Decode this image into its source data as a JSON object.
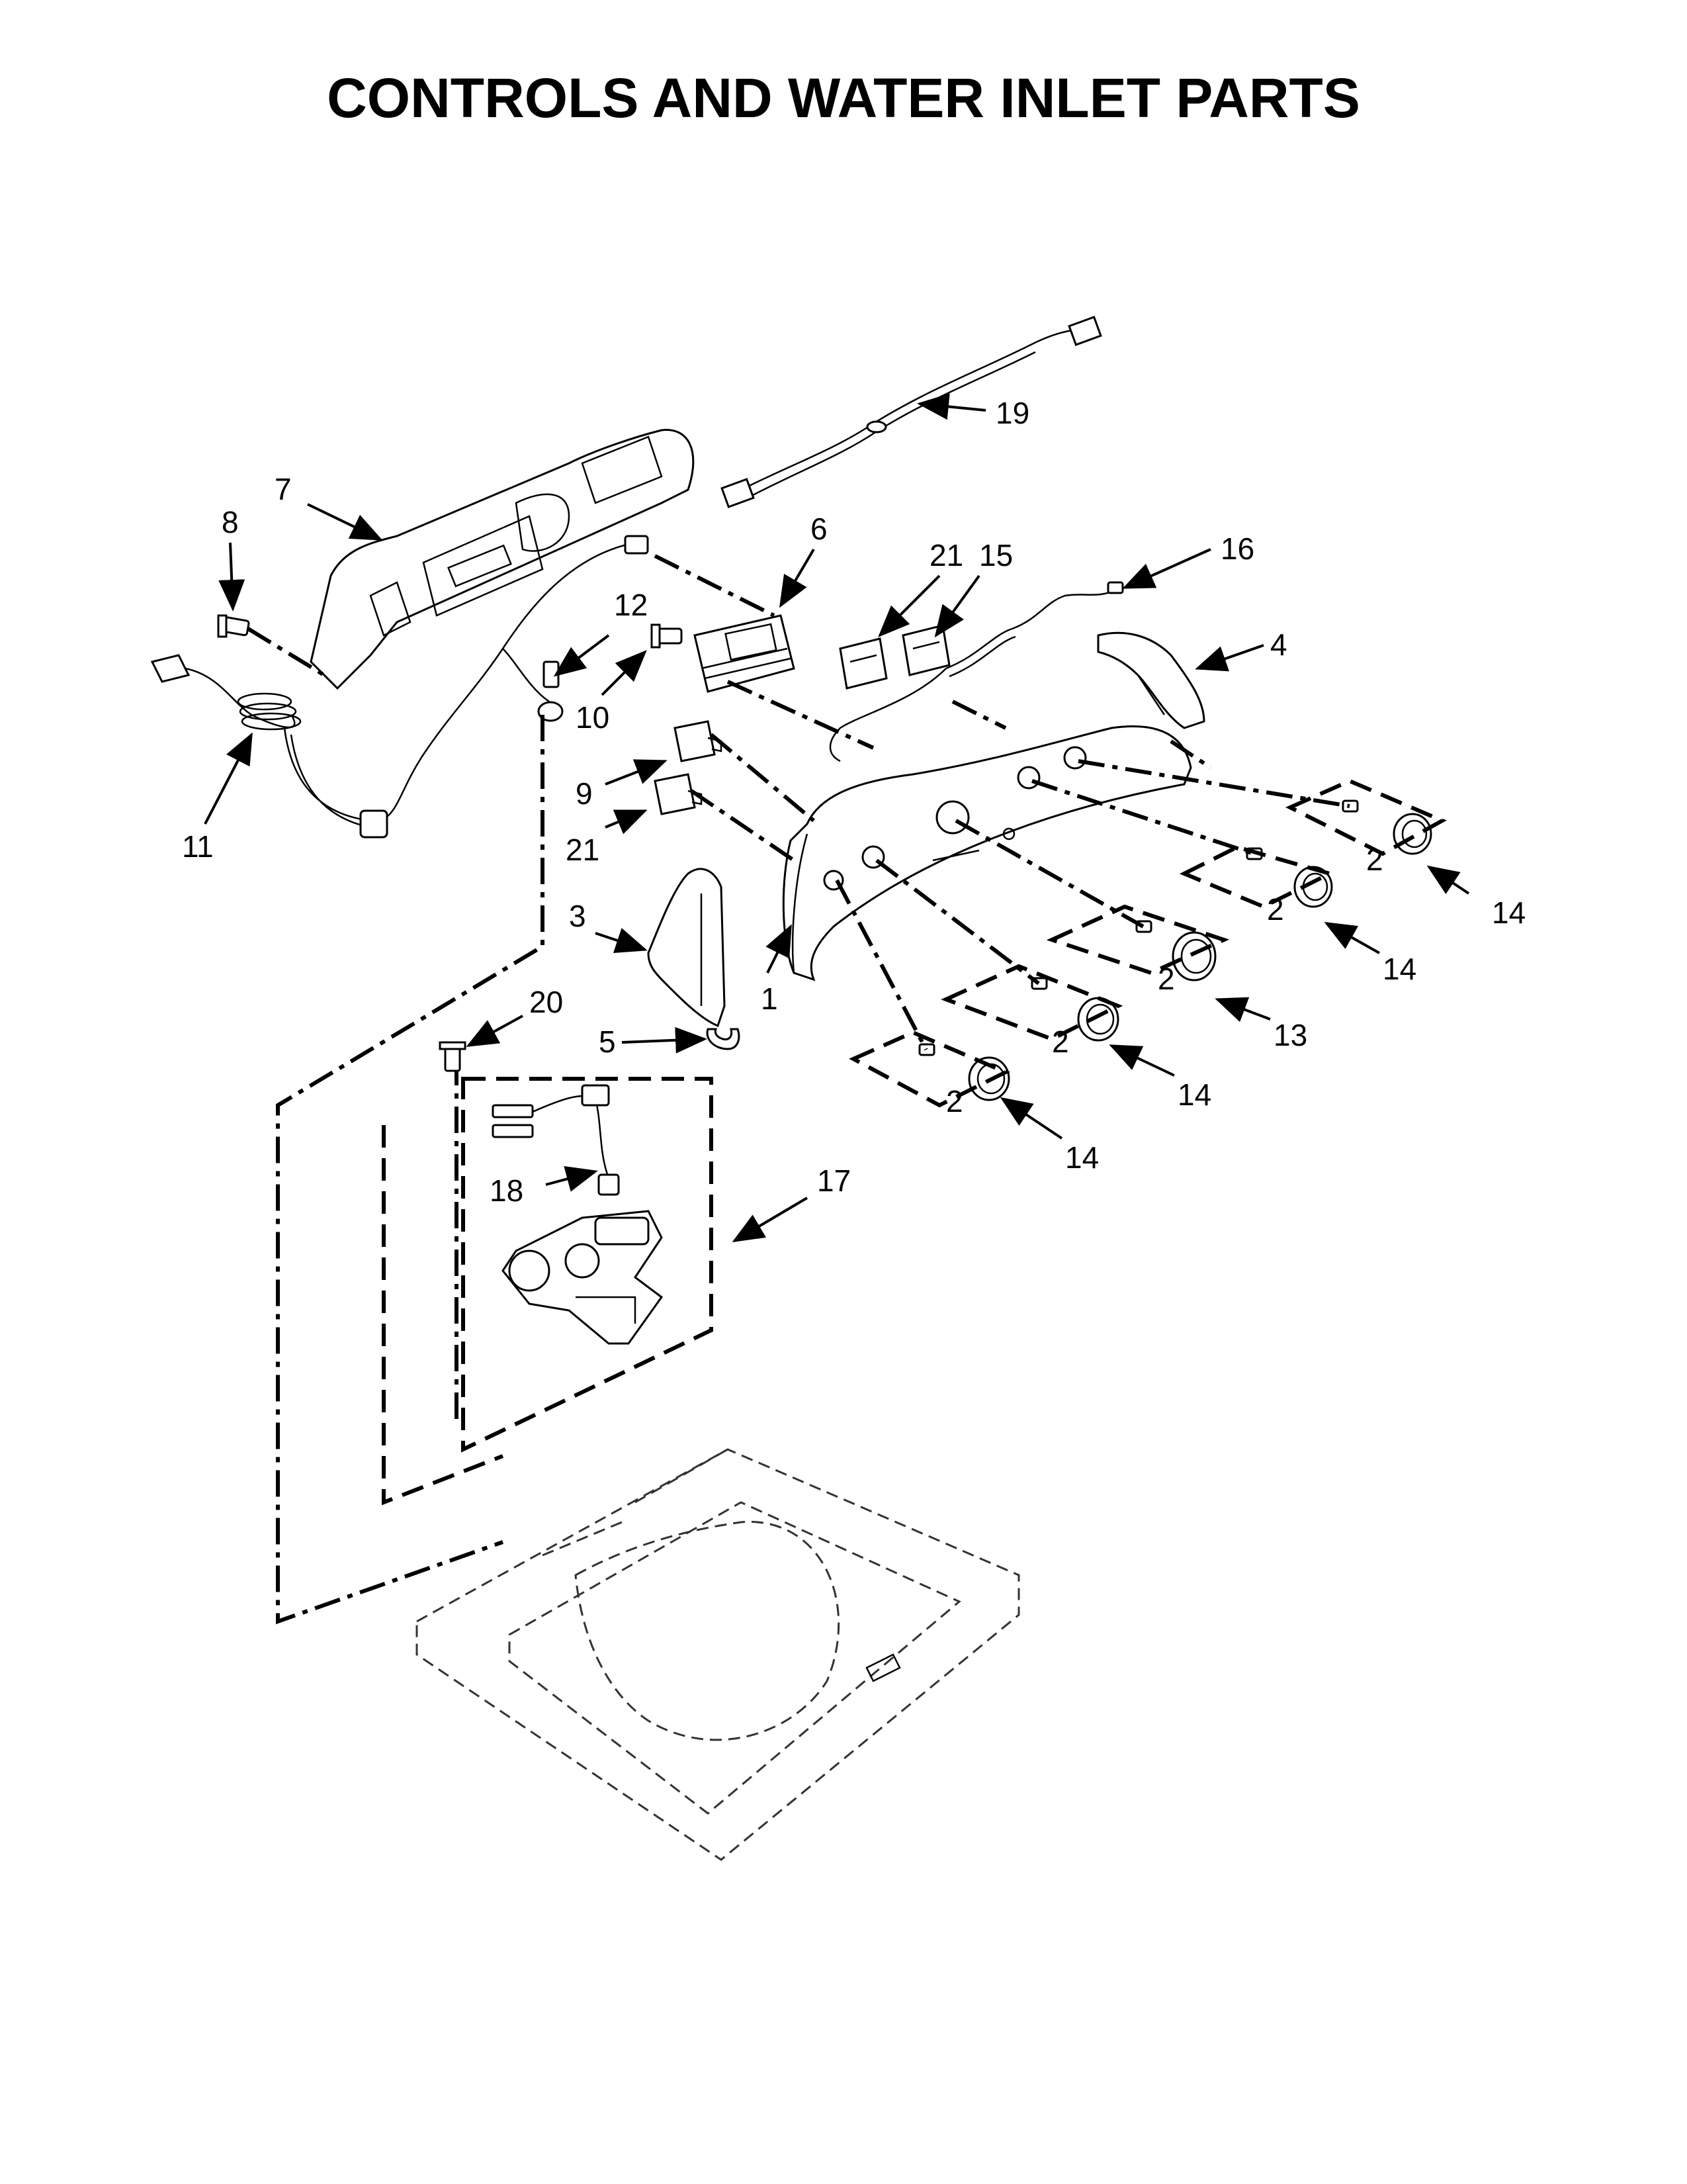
{
  "page": {
    "title": "CONTROLS AND WATER INLET PARTS"
  },
  "callouts": [
    {
      "id": "c1",
      "label": "1"
    },
    {
      "id": "c2a",
      "label": "2"
    },
    {
      "id": "c2b",
      "label": "2"
    },
    {
      "id": "c2c",
      "label": "2"
    },
    {
      "id": "c2d",
      "label": "2"
    },
    {
      "id": "c2e",
      "label": "2"
    },
    {
      "id": "c3",
      "label": "3"
    },
    {
      "id": "c4",
      "label": "4"
    },
    {
      "id": "c5",
      "label": "5"
    },
    {
      "id": "c6",
      "label": "6"
    },
    {
      "id": "c7",
      "label": "7"
    },
    {
      "id": "c8",
      "label": "8"
    },
    {
      "id": "c9",
      "label": "9"
    },
    {
      "id": "c10",
      "label": "10"
    },
    {
      "id": "c11",
      "label": "11"
    },
    {
      "id": "c12",
      "label": "12"
    },
    {
      "id": "c13",
      "label": "13"
    },
    {
      "id": "c14a",
      "label": "14"
    },
    {
      "id": "c14b",
      "label": "14"
    },
    {
      "id": "c14c",
      "label": "14"
    },
    {
      "id": "c14d",
      "label": "14"
    },
    {
      "id": "c15",
      "label": "15"
    },
    {
      "id": "c16",
      "label": "16"
    },
    {
      "id": "c17",
      "label": "17"
    },
    {
      "id": "c18",
      "label": "18"
    },
    {
      "id": "c19",
      "label": "19"
    },
    {
      "id": "c20",
      "label": "20"
    },
    {
      "id": "c21a",
      "label": "21"
    },
    {
      "id": "c21b",
      "label": "21"
    }
  ]
}
